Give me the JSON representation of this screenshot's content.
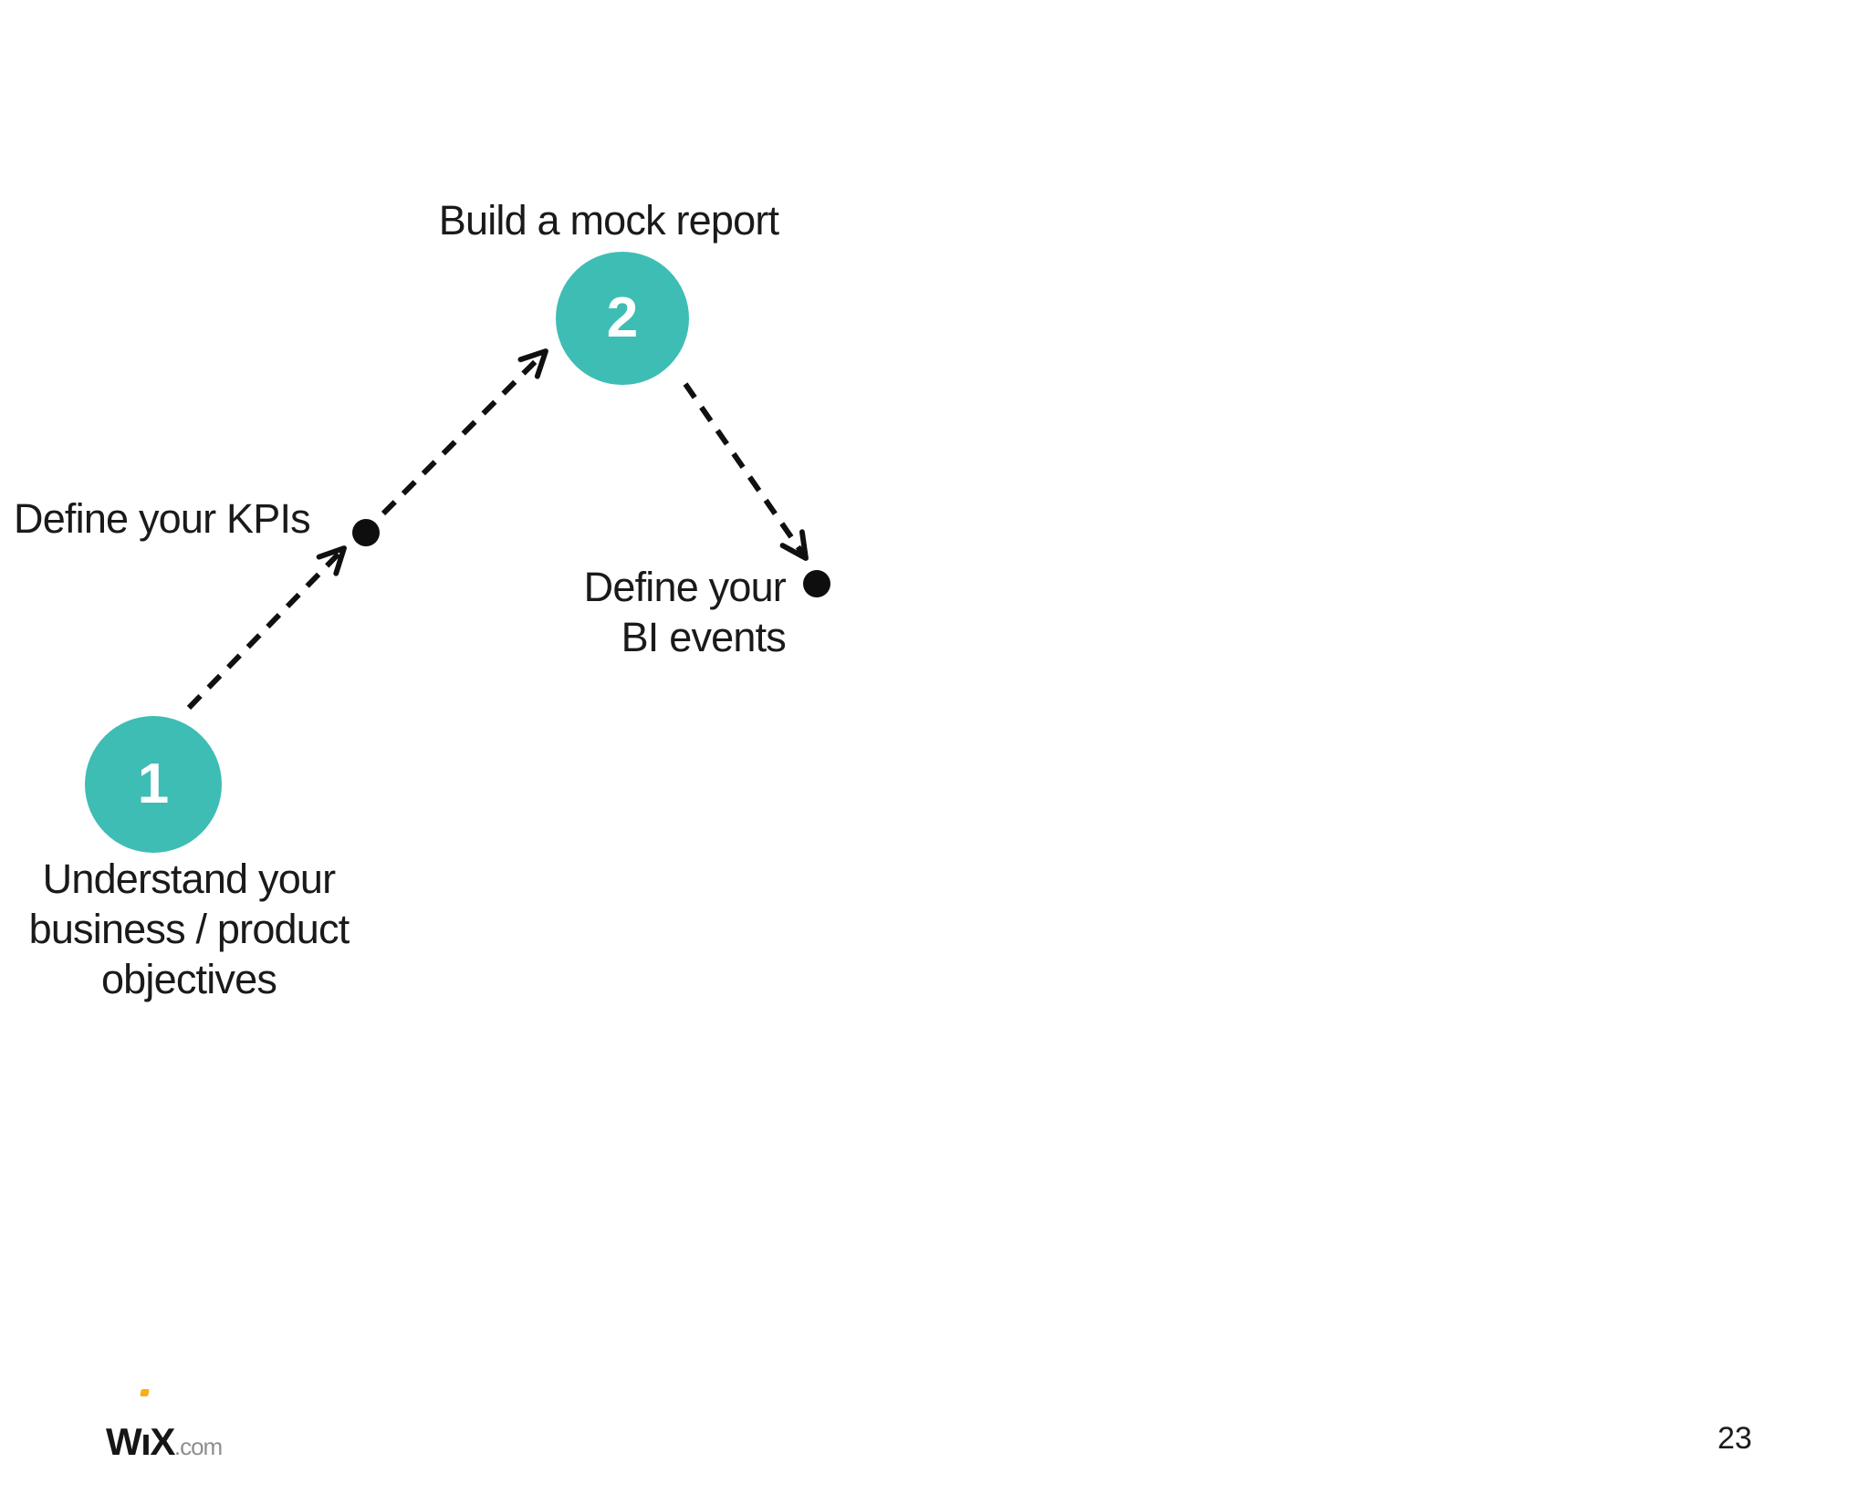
{
  "slide": {
    "background_color": "#ffffff",
    "text_color": "#1a1a1a",
    "accent_color": "#3ebdb5",
    "dot_color": "#0e0e0e"
  },
  "flow": {
    "step1": {
      "number": "1",
      "label": "Understand your business / product objectives",
      "label_lines": [
        "Understand your",
        "business / product",
        "objectives"
      ]
    },
    "step2": {
      "number": "2",
      "label": "Build a mock report"
    },
    "kpi_milestone": {
      "label": "Define your KPIs"
    },
    "bi_milestone": {
      "label": "Define your BI events",
      "label_lines": [
        "Define your",
        "BI events"
      ]
    },
    "icons": {
      "milestone_dot": "filled-circle",
      "connector": "dashed-arrow"
    }
  },
  "footer": {
    "logo": {
      "w": "W",
      "i": "ı",
      "x": "X",
      "suffix": ".com",
      "text_color": "#161616",
      "tittle_color": "#fbad18",
      "suffix_color": "#8e8e8e"
    },
    "page_number": "23"
  }
}
